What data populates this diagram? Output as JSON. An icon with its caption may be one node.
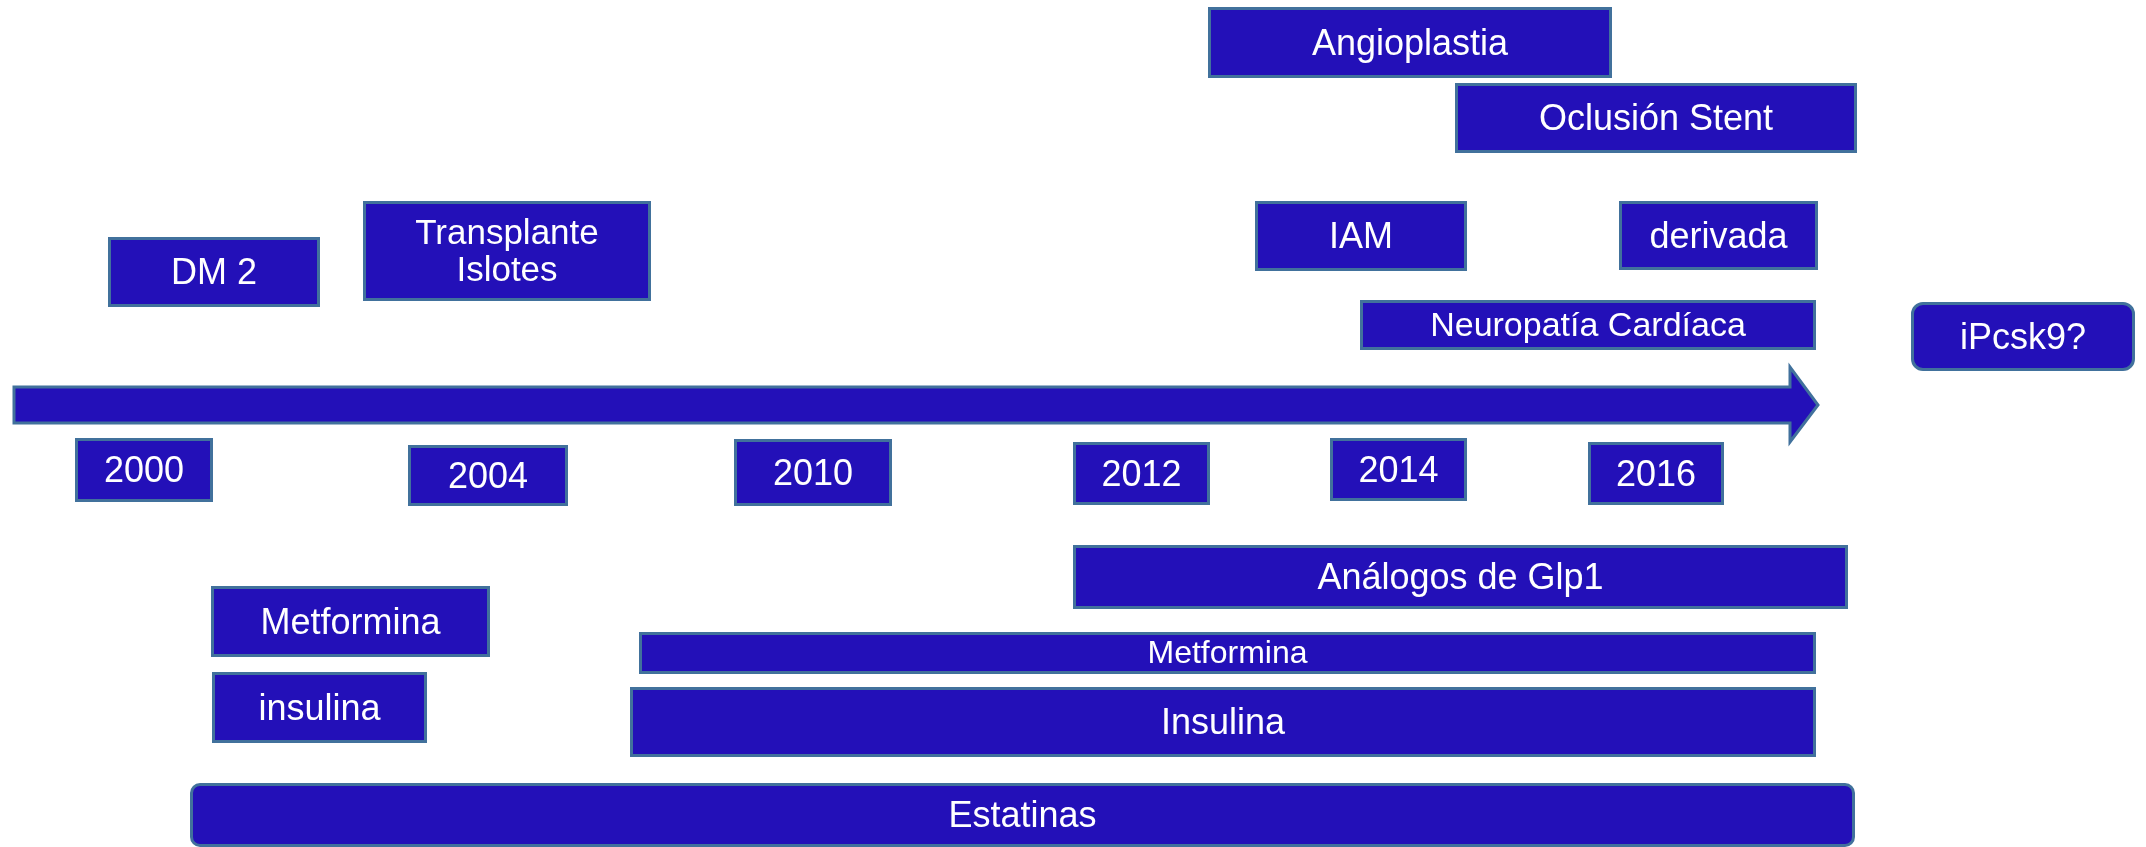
{
  "diagram": {
    "nodes": [
      {
        "text": [
          "Angioplastia"
        ]
      },
      {
        "text": [
          "Oclusión Stent"
        ]
      },
      {
        "text": [
          "Transplante Islotes"
        ]
      },
      {
        "text": [
          "IAM"
        ]
      },
      {
        "text": [
          "derivada"
        ]
      },
      {
        "text": [
          "DM 2"
        ]
      },
      {
        "text": [
          "Neuropatía Cardíaca"
        ]
      },
      {
        "text": [
          "iPcsk9?"
        ]
      },
      {
        "text": [
          "2000"
        ]
      },
      {
        "text": [
          "2004"
        ]
      },
      {
        "text": [
          "2010"
        ]
      },
      {
        "text": [
          "2012"
        ]
      },
      {
        "text": [
          "2014"
        ]
      },
      {
        "text": [
          "2016"
        ]
      },
      {
        "text": [
          "Análogos de Glp1"
        ]
      },
      {
        "text": [
          "Metformina"
        ]
      },
      {
        "text": [
          "Metformina"
        ]
      },
      {
        "text": [
          "insulina"
        ]
      },
      {
        "text": [
          "Insulina"
        ]
      },
      {
        "text": [
          "Estatinas"
        ]
      }
    ]
  }
}
